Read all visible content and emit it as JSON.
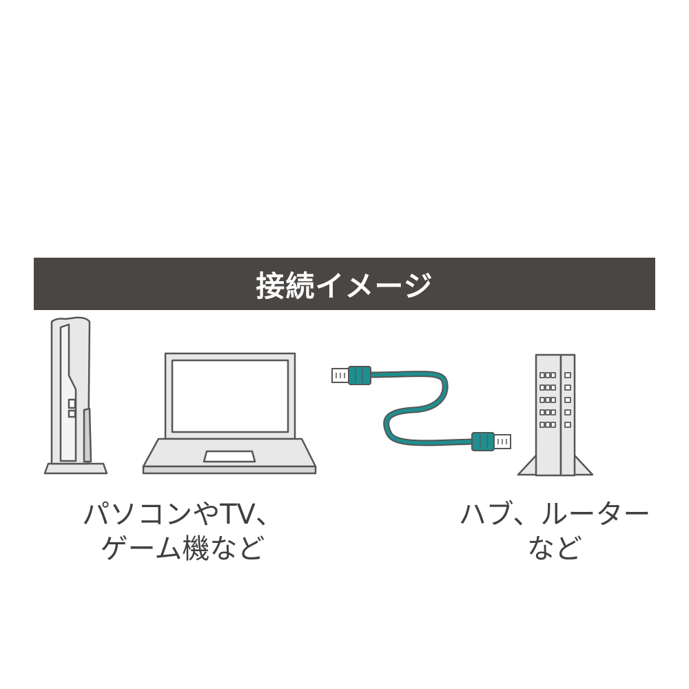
{
  "banner": {
    "title": "接続イメージ"
  },
  "devices": {
    "left_caption_line1": "パソコンやTV、",
    "left_caption_line2": "ゲーム機など",
    "right_caption_line1": "ハブ、ルーター",
    "right_caption_line2": "など"
  },
  "colors": {
    "banner_bg": "#4a4644",
    "device_fill": "#e8e8e8",
    "device_stroke": "#555555",
    "cable": "#1f8f8f",
    "text": "#3f3f3f"
  }
}
